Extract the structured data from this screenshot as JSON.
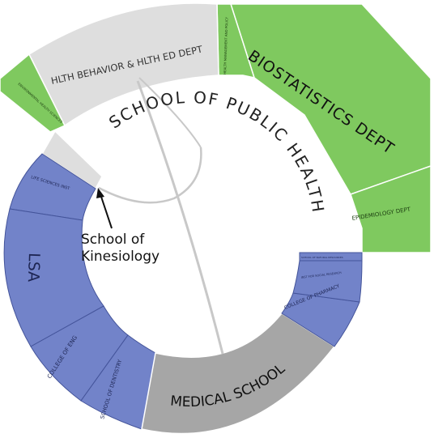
{
  "colors": {
    "green": "#7fc95f",
    "blue": "#7283c9",
    "light_gray": "#dedede",
    "dark_gray": "#a6a6a6",
    "stroke": "#44549a",
    "connector": "#c8c8c8"
  },
  "segments": {
    "public_health": "SCHOOL OF PUBLIC HEALTH",
    "biostatistics": "BIOSTATISTICS DEPT",
    "hlth_behavior": "HLTH BEHAVIOR & HLTH ED DEPT",
    "epidemiology": "EPIDEMIOLOGY DEPT",
    "health_mgmt": "HEALTH MANAGEMENT AND POLICY",
    "env_health": "ENVIRONMENTAL HEALTH SCIENCES",
    "lsa": "LSA",
    "life_sciences": "LIFE SCIENCES INST",
    "college_eng": "COLLEGE OF ENG",
    "dentistry": "SCHOOL OF DENTISTRY",
    "medical": "MEDICAL SCHOOL",
    "pharmacy": "COLLEGE OF PHARMACY",
    "inst_social": "INST FOR SOCIAL RESEARCH",
    "small_unit": "SCHOOL OF NATURAL RESOURCES"
  },
  "callout": {
    "line1": "School of",
    "line2": "Kinesiology"
  }
}
